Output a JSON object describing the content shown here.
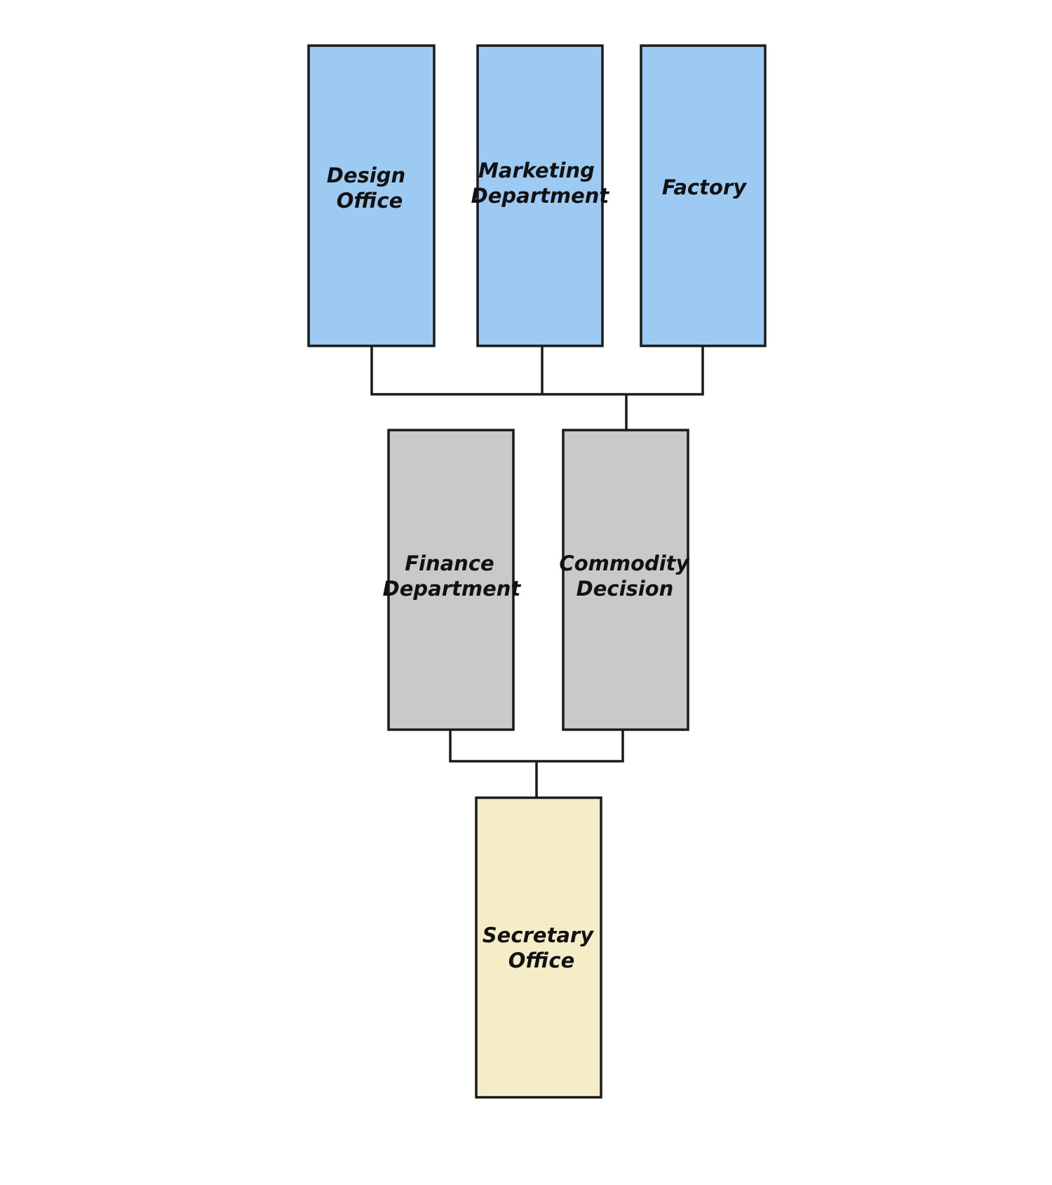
{
  "diagram": {
    "type": "org-chart",
    "colors": {
      "top_tier_fill": "#9dcaf2",
      "middle_tier_fill": "#c9c9c9",
      "bottom_tier_fill": "#f5edc8",
      "stroke": "#1a1a1a",
      "text": "#111111",
      "background": "#ffffff"
    },
    "nodes": [
      {
        "id": "design-office",
        "tier": "top",
        "lines": [
          "Design",
          "Office"
        ]
      },
      {
        "id": "marketing-department",
        "tier": "top",
        "lines": [
          "Marketing",
          "Department"
        ]
      },
      {
        "id": "factory",
        "tier": "top",
        "lines": [
          "Factory"
        ]
      },
      {
        "id": "finance-department",
        "tier": "middle",
        "lines": [
          "Finance",
          "Department"
        ]
      },
      {
        "id": "commodity-decision",
        "tier": "middle",
        "lines": [
          "Commodity",
          "Decision"
        ]
      },
      {
        "id": "secretary-office",
        "tier": "bottom",
        "lines": [
          "Secretary",
          "Office"
        ]
      }
    ],
    "edges": [
      {
        "from": [
          "design-office",
          "marketing-department",
          "factory"
        ],
        "to": "commodity-decision"
      },
      {
        "from": [
          "finance-department",
          "commodity-decision"
        ],
        "to": "secretary-office"
      }
    ]
  }
}
